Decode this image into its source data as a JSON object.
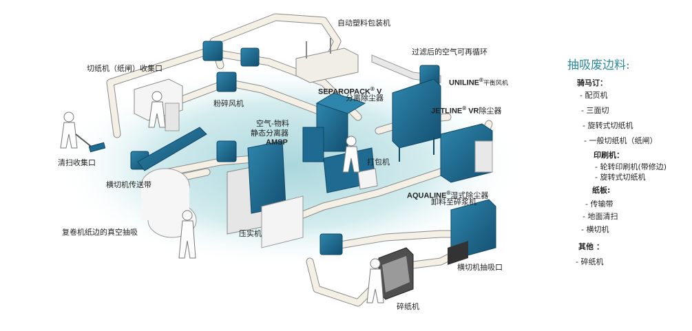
{
  "labels": {
    "auto_pack": "自动塑料包装机",
    "filtered_air": "过滤后的空气可再循环",
    "cutter_collector": "切纸机（纸闸）收集口",
    "shredder_fan": "粉碎风机",
    "separopack_brand": "SEPAROPACK",
    "separopack_suffix": " V",
    "separopack_cn": "分离除尘器",
    "uniline_brand": "UNILINE",
    "uniline_cn": "平衡风机",
    "jetline_brand": "JETLINE",
    "jetline_suffix": " VR",
    "jetline_cn": "除尘器",
    "sweep_collector": "清扫收集口",
    "air_separator_1": "空气-物料",
    "air_separator_2": "静态分离器",
    "amsp": "AMSP",
    "baler": "打包机",
    "cross_cutter_conveyor": "横切机传送带",
    "aqualine_brand": "AQUALINE",
    "aqualine_cn": "湿式除尘器",
    "unload_shred": "卸料至碎浆机",
    "rewinder_vacuum": "复卷机纸边的真空抽吸",
    "compactor": "压实机",
    "cross_cutter_suction": "横切机抽吸口",
    "shredder": "碎纸机",
    "reg": "®"
  },
  "legend": {
    "title": "抽吸废边料:",
    "sections": [
      {
        "head": "骑马订：",
        "items": [
          "- 配页机",
          "- 三面切",
          "- 旋转式切纸机",
          "- 一般切纸机（纸闸）"
        ]
      },
      {
        "head": "印刷机：",
        "items": [
          "- 轮转印刷机(带修边)",
          "- 旋转式切纸机"
        ]
      },
      {
        "head": "纸板:",
        "items": [
          "- 传输带",
          "- 地面清扫",
          "- 横切机"
        ]
      },
      {
        "head": "其他 ：",
        "items": [
          "- 碎纸机"
        ]
      }
    ]
  },
  "colors": {
    "machine_blue": "#1e6a90",
    "machine_dark": "#0f4766",
    "pipe": "#f4f0e6",
    "floor": "#bfe0e4"
  }
}
